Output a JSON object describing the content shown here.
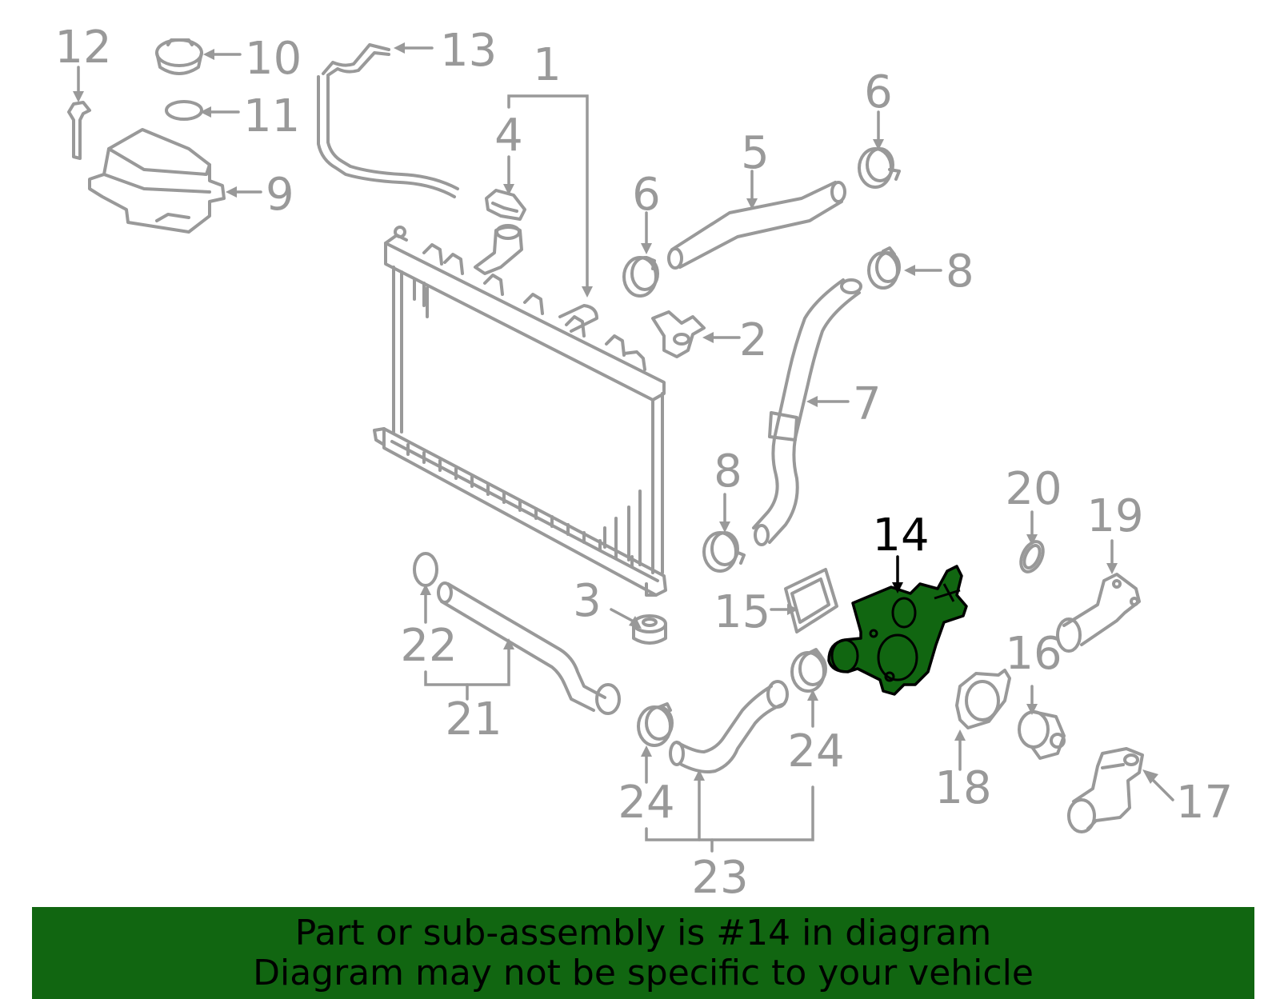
{
  "diagram": {
    "highlighted_part": "14",
    "callouts": [
      {
        "id": "c1",
        "label": "1"
      },
      {
        "id": "c2",
        "label": "2"
      },
      {
        "id": "c3",
        "label": "3"
      },
      {
        "id": "c4",
        "label": "4"
      },
      {
        "id": "c5",
        "label": "5"
      },
      {
        "id": "c6a",
        "label": "6"
      },
      {
        "id": "c6b",
        "label": "6"
      },
      {
        "id": "c7",
        "label": "7"
      },
      {
        "id": "c8a",
        "label": "8"
      },
      {
        "id": "c8b",
        "label": "8"
      },
      {
        "id": "c9",
        "label": "9"
      },
      {
        "id": "c10",
        "label": "10"
      },
      {
        "id": "c11",
        "label": "11"
      },
      {
        "id": "c12",
        "label": "12"
      },
      {
        "id": "c13",
        "label": "13"
      },
      {
        "id": "c14",
        "label": "14"
      },
      {
        "id": "c15",
        "label": "15"
      },
      {
        "id": "c16",
        "label": "16"
      },
      {
        "id": "c17",
        "label": "17"
      },
      {
        "id": "c18",
        "label": "18"
      },
      {
        "id": "c19",
        "label": "19"
      },
      {
        "id": "c20",
        "label": "20"
      },
      {
        "id": "c21",
        "label": "21"
      },
      {
        "id": "c22",
        "label": "22"
      },
      {
        "id": "c23",
        "label": "23"
      },
      {
        "id": "c24a",
        "label": "24"
      },
      {
        "id": "c24b",
        "label": "24"
      }
    ]
  },
  "banner": {
    "line1": "Part or sub-assembly is #14 in diagram",
    "line2": "Diagram may not be specific to your vehicle",
    "background": "#116611"
  },
  "colors": {
    "highlight_fill": "#116611",
    "part_stroke": "#999999",
    "highlight_text": "#000000"
  }
}
